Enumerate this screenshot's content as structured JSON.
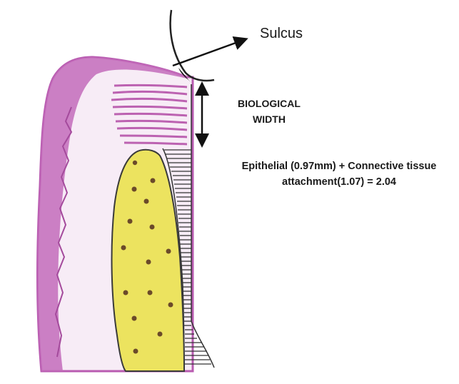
{
  "labels": {
    "sulcus": "Sulcus",
    "biological_width_line1": "BIOLOGICAL",
    "biological_width_line2": "WIDTH",
    "formula_line1": "Epithelial (0.97mm) + Connective tissue",
    "formula_line2": "attachment(1.07) = 2.04"
  },
  "colors": {
    "gingiva_outline": "#b85bb0",
    "gingiva_fill": "#f6e8f4",
    "fibers": "#b24aa6",
    "bone_fill": "#ece35f",
    "bone_outline": "#3a3a3a",
    "bone_pores": "#6b4a2a",
    "tooth_line": "#222222",
    "arrow": "#111111"
  }
}
